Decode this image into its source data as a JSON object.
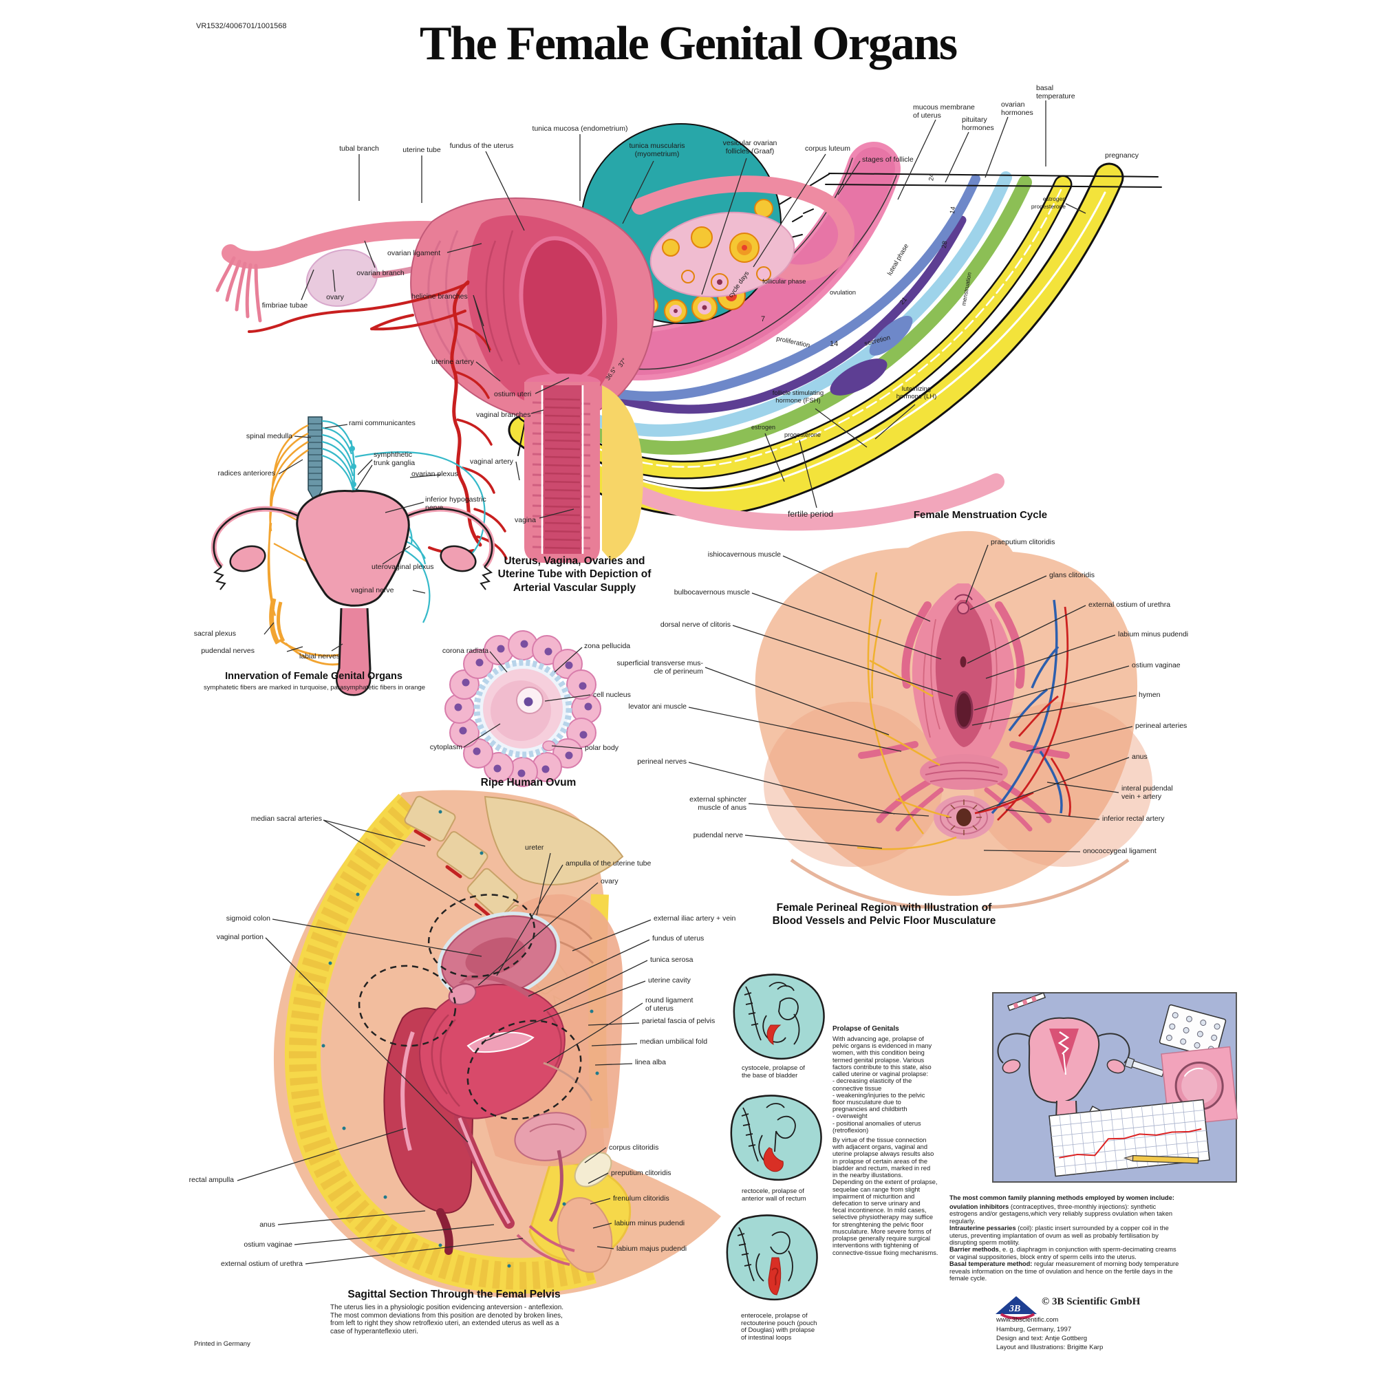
{
  "poster": {
    "catalog": "VR1532/4006701/1001568",
    "title": "The Female Genital Organs",
    "printed": "Printed in Germany"
  },
  "vascular": {
    "caption": "Uterus, Vagina, Ovaries and\nUterine Tube with Depiction of\nArterial Vascular Supply",
    "tubal_branch": "tubal branch",
    "uterine_tube": "uterine tube",
    "fundus": "fundus of the uterus",
    "tunica_mucosa": "tunica mucosa (endometrium)",
    "tunica_muscularis": "tunica muscularis\n(myometrium)",
    "ovarian_ligament": "ovarian ligament",
    "ovarian_branch": "ovarian branch",
    "ovary": "ovary",
    "fimbriae": "fimbriae tubae",
    "helicine": "helicine branches",
    "uterine_artery": "uterine artery",
    "ostium_uteri": "ostium uteri",
    "vaginal_branches": "vaginal branches",
    "vaginal_artery": "vaginal artery",
    "vagina": "vagina"
  },
  "cycle": {
    "caption": "Female Menstruation Cycle",
    "vesicular": "vesicular ovarian\nfollicles (Graaf)",
    "corpus_luteum": "corpus luteum",
    "stages": "stages of follicle",
    "mucous": "mucous membrane\nof uterus",
    "pituitary": "pituitary\nhormones",
    "ovarian_hormones": "ovarian\nhormones",
    "basal": "basal\ntemperature",
    "pregnancy": "pregnancy",
    "estrogen_small": "estrogen",
    "progesterone_small": "progesterone",
    "follicular_phase": "follicular phase",
    "ovulation": "ovulation",
    "luteal_phase": "luteal phase",
    "cycle_days": "cycle days",
    "proliferation": "proliferation",
    "secretion": "secretion",
    "menstruation": "menstruation",
    "fsh": "follicle stimulating\nhormone (FSH)",
    "lh": "luteinizing\nhormone (LH)",
    "estrogen": "estrogen",
    "progesterone": "progesterone",
    "fertile": "fertile period",
    "t37": "37°",
    "t365": "36.5°",
    "d7": "7",
    "d14": "14",
    "d14b": "14",
    "d21": "21",
    "d24": "24",
    "d28": "28"
  },
  "innervation": {
    "caption": "Innervation of Female Genital Organs",
    "sub": "symphatetic fibers are marked in turquoise, parasymphatetic fibers in orange",
    "spinal_medulla": "spinal medulla",
    "rami": "rami communicantes",
    "radices": "radices anteriores",
    "trunk_ganglia": "symphthetic\ntrunk ganglia",
    "ovarian_plexus": "ovarian plexus",
    "inferior_hypogastric": "inferior hypogastric\nnerve",
    "uterovaginal": "uterovaginal plexus",
    "vaginal_nerve": "vaginal nerve",
    "sacral_plexus": "sacral plexus",
    "pudendal": "pudendal nerves",
    "labial": "labial nerves"
  },
  "ovum": {
    "caption": "Ripe Human Ovum",
    "corona": "corona radiata",
    "zona": "zona pellucida",
    "nucleus": "cell nucleus",
    "cytoplasm": "cytoplasm",
    "polar": "polar body"
  },
  "perineal": {
    "caption": "Female Perineal Region with Illustration of\nBlood Vessels and Pelvic Floor Musculature",
    "ischiocavernous": "ishiocavernous muscle",
    "bulbocavernous": "bulbocavernous muscle",
    "dorsal_nerve": "dorsal nerve of clitoris",
    "transverse": "superficial transverse mus-\ncle of perineum",
    "levator": "levator ani muscle",
    "perineal_nerves": "perineal nerves",
    "sphincter": "external sphincter\nmuscle of anus",
    "pudendal_nerve": "pudendal nerve",
    "praeputium": "praeputium clitoridis",
    "glans": "glans clitoridis",
    "ext_ostium": "external ostium of urethra",
    "labium_minus": "labium minus pudendi",
    "ostium_vaginae": "ostium vaginae",
    "hymen": "hymen",
    "perineal_arteries": "perineal arteries",
    "anus": "anus",
    "int_pudendal": "interal pudendal\nvein + artery",
    "inf_rectal": "inferior rectal artery",
    "anococcygeal": "onococcygeal ligament"
  },
  "sagittal": {
    "caption": "Sagittal Section Through the Femal Pelvis",
    "para": "The uterus lies in a physiologic position evidencing anteversion - anteflexion.\nThe most common deviations from this position are denoted by broken lines,\nfrom left to right they show retroflexio uteri, an extended uterus as well as a\ncase of hyperanteflexio uteri.",
    "median_sacral": "median sacral arteries",
    "sigmoid": "sigmoid colon",
    "vaginal_portion": "vaginal portion",
    "ureter": "ureter",
    "ampulla": "ampulla of the uterine tube",
    "ovary": "ovary",
    "ext_iliac": "external iliac artery + vein",
    "fundus": "fundus of uterus",
    "tunica_serosa": "tunica serosa",
    "uterine_cavity": "uterine cavity",
    "round_ligament": "round ligament\nof uterus",
    "parietal_fascia": "parietal fascia of pelvis",
    "median_umbilical": "median umbilical fold",
    "linea_alba": "linea alba",
    "corpus_clitoridis": "corpus clitoridis",
    "preputium_clitoridis": "preputium clitoridis",
    "frenulum_clitoridis": "frenulum clitoridis",
    "labium_minus": "labium minus pudendi",
    "labium_majus": "labium majus pudendi",
    "rectal_ampulla": "rectal ampulla",
    "anus": "anus",
    "ostium_vaginae": "ostium vaginae",
    "ext_ostium_urethra": "external ostium of urethra"
  },
  "prolapse": {
    "heading": "Prolapse of Genitals",
    "para1": "With advancing age, prolapse of\npelvic organs is evidenced in many\nwomen, with this condition being\ntermed genital prolapse. Various\nfactors contribute to this state, also\ncalled uterine or vaginal prolapse:\n- decreasing elasticity of the\n  connective tissue\n- weakening/injuries to the pelvic\n  floor musculature due to\n  pregnancies and childbirth\n- overweight\n- positional anomalies of uterus\n  (retroflexion)",
    "para2": "By virtue of the tissue connection\nwith adjacent organs, vaginal and\nuterine prolapse always results also\nin prolapse of certain areas of the\nbladder and rectum, marked in red\nin the nearby illustations.\nDepending on the extent of prolapse,\nsequelae can range from slight\nimpairment of micturition and\ndefecation to serve urinary and\nfecal incontinence. In mild cases,\nselective physiotherapy may suffice\nfor strenghtening the pelvic floor\nmusculature. More severe forms of\nprolapse generally require surgical\ninterventions with tightening of\nconnective-tissue fixing mechanisms.",
    "cap1": "cystocele, prolapse of\nthe base of bladder",
    "cap2": "rectocele, prolapse of\nanterior wall of rectum",
    "cap3": "enterocele, prolapse of\nrectouterine pouch (pouch\nof Douglas) with prolapse\nof intestinal loops"
  },
  "family": {
    "heading": "The most common family planning methods employed by women include:",
    "m1t": "ovulation inhibitors",
    "m1r": " (contraceptives, three-monthly injections): synthetic estrogens and/or gestagens,which very reliably suppress ovulation when taken regularly.",
    "m2t": "Intrauterine pessaries",
    "m2r": " (coil): plastic insert surrounded by a copper coil in the uterus, preventing implantation of ovum as well as probably fertilisation by disrupting sperm motility.",
    "m3t": "Barrier methods",
    "m3r": ", e. g. diaphragm in conjunction with sperm-decimating creams or vaginal suppositories, block entry of sperm cells into the uterus.",
    "m4t": "Basal temperature method:",
    "m4r": " regular measurement of morning body temperature reveals information on the time of ovulation and hence on the fertile days in the female cycle."
  },
  "credits": {
    "logo": "3B",
    "company": "© 3B Scientific GmbH",
    "url": "www.3bscientific.com",
    "city": "Hamburg, Germany, 1997",
    "design": "Design and text: Antje Gottberg",
    "layout": "Layout and Illustrations: Brigitte Karp"
  },
  "colors": {
    "teal": "#28a7a9",
    "yellow": "#f3e33b",
    "green": "#8cbf55",
    "light_blue": "#9ed3ea",
    "slate_blue": "#6e88c9",
    "purple": "#5d3e93",
    "endometrium_pink": "#ef87b2",
    "red": "#d92f25",
    "turquoise_nerve": "#35b9c9",
    "orange_nerve": "#f2a431",
    "box_blue": "#a9b5d8"
  }
}
